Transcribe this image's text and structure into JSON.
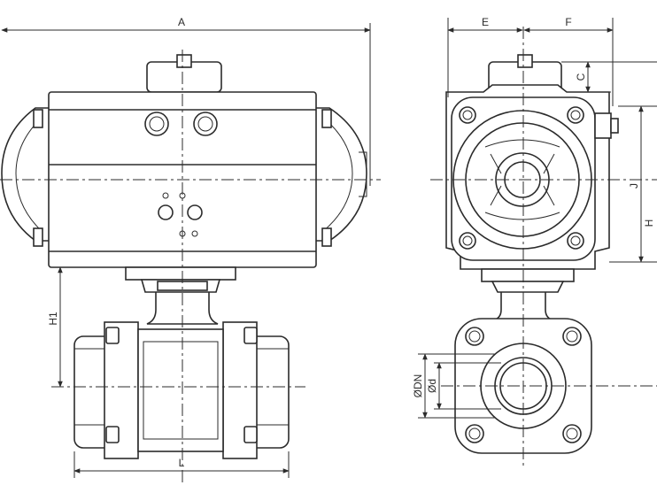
{
  "dimensions": {
    "A": "A",
    "E": "E",
    "F": "F",
    "C": "C",
    "J": "J",
    "H": "H",
    "H1": "H1",
    "L": "L",
    "DN": "ØDN",
    "d": "Ød"
  }
}
